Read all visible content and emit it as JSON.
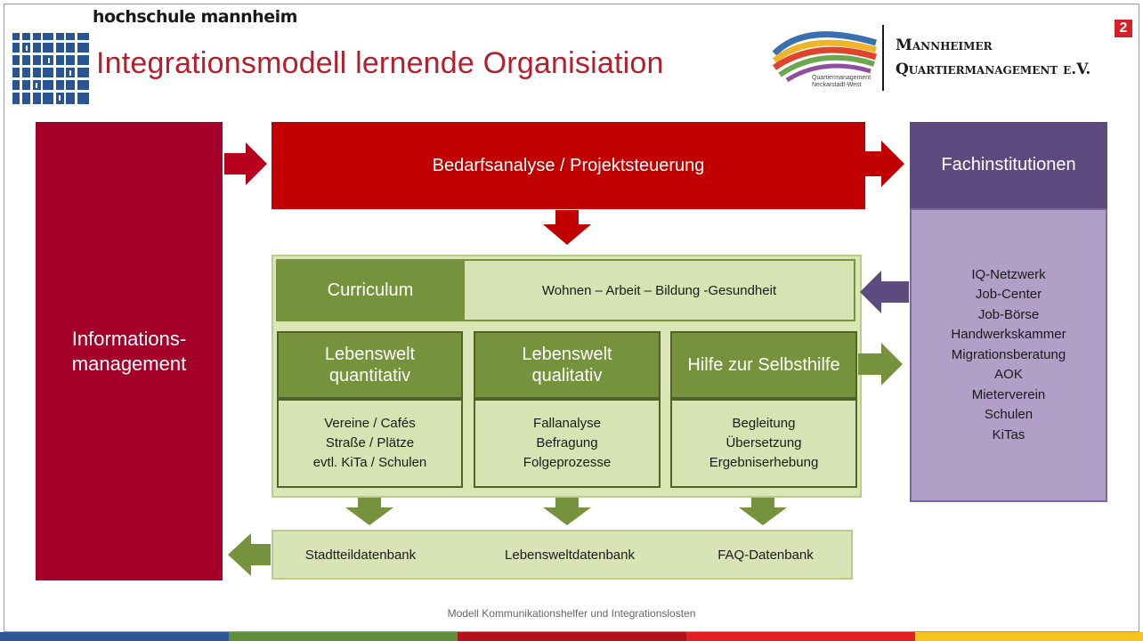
{
  "header": {
    "institution": "hochschule mannheim",
    "title": "Integrationsmodell lernende Organisiation",
    "partner_sub": "Quartiermanagement Neckarstadt-West",
    "partner_name_line1": "Mannheimer",
    "partner_name_line2": "Quartiermanagement e.V.",
    "page_number": "2"
  },
  "diagram": {
    "information_management": "Informations-management",
    "needs_analysis": "Bedarfsanalyse / Projektsteuerung",
    "specialist_institutions": {
      "title": "Fachinstitutionen",
      "items": [
        "IQ-Netzwerk",
        "Job-Center",
        "Job-Börse",
        "Handwerkskammer",
        "Migrationsberatung",
        "AOK",
        "Mieterverein",
        "Schulen",
        "KiTas"
      ]
    },
    "curriculum": {
      "label": "Curriculum",
      "topics": "Wohnen – Arbeit – Bildung -Gesundheit"
    },
    "columns": [
      {
        "title": "Lebenswelt quantitativ",
        "items": [
          "Vereine / Cafés",
          "Straße / Plätze",
          "evtl. KiTa / Schulen"
        ]
      },
      {
        "title": "Lebenswelt qualitativ",
        "items": [
          "Fallanalyse",
          "Befragung",
          "Folgeprozesse"
        ]
      },
      {
        "title": "Hilfe zur Selbsthilfe",
        "items": [
          "Begleitung",
          "Übersetzung",
          "Ergebniserhebung"
        ]
      }
    ],
    "databases": [
      "Stadtteildatenbank",
      "Lebensweltdatenbank",
      "FAQ-Datenbank"
    ]
  },
  "footer": {
    "caption": "Modell Kommunikationshelfer und Integrationslosten",
    "stripe_colors": [
      "#2e5597",
      "#5f8f3a",
      "#b3121b",
      "#e41f1f",
      "#f7c21b"
    ]
  },
  "colors": {
    "title_red": "#b51f2c",
    "info_red": "#a5002a",
    "analysis_red": "#c00000",
    "institution_purple": "#5e4a7e",
    "institution_lilac": "#b29fc8",
    "olive_green": "#76923c",
    "light_green": "#d6e3b3"
  }
}
